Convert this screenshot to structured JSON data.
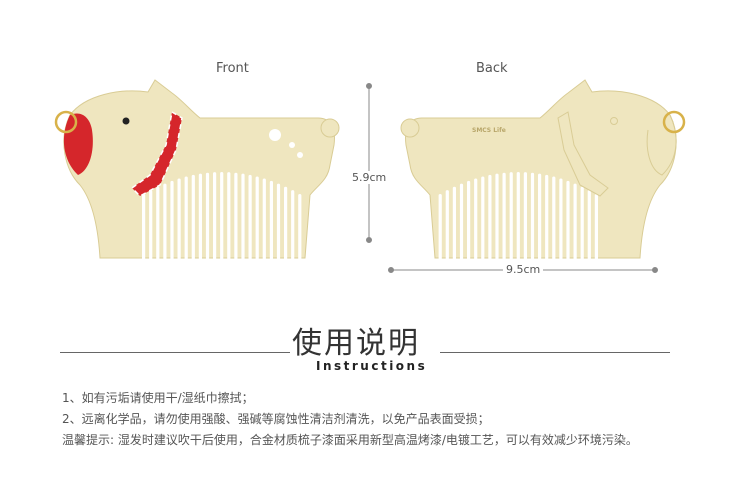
{
  "views": {
    "front_label": "Front",
    "back_label": "Back"
  },
  "dimensions": {
    "height": "5.9cm",
    "width": "9.5cm"
  },
  "brand_engraving": "SMCS Life",
  "section": {
    "title": "使用说明",
    "subtitle": "Instructions"
  },
  "instructions": [
    "1、如有污垢请使用干/湿纸巾擦拭；",
    "2、远离化学品，请勿使用强酸、强碱等腐蚀性清洁剂清洗，以免产品表面受损；",
    "温馨提示: 湿发时建议吹干后使用，合金材质梳子漆面采用新型高温烤漆/电镀工艺，可以有效减少环境污染。"
  ],
  "colors": {
    "gold": "#efe6bf",
    "gold_edge": "#d9cc95",
    "red": "#d5262b",
    "ring": "#d8b24a"
  }
}
